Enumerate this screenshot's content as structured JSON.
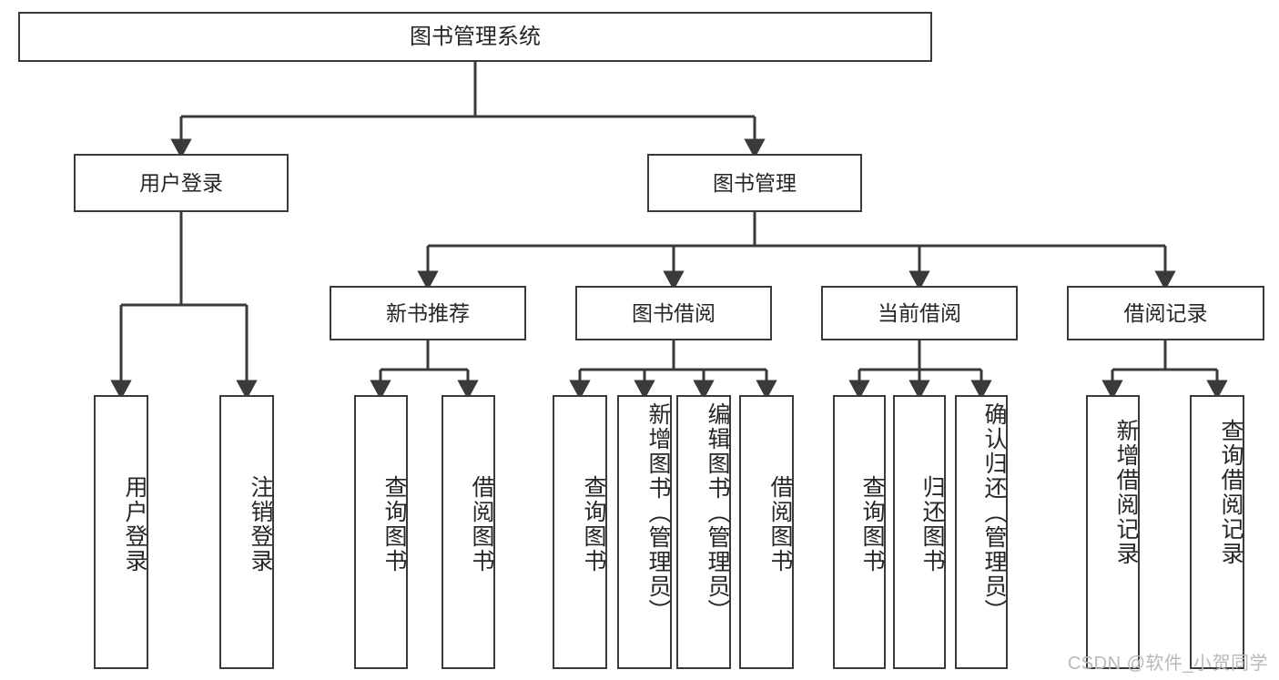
{
  "diagram": {
    "type": "tree-hierarchy",
    "title": "图书管理系统",
    "colors": {
      "stroke": "#3a3a3a",
      "fill": "#ffffff",
      "text": "#262626",
      "watermark": "#b9b9b9"
    },
    "root": {
      "label": "图书管理系统"
    },
    "level2": [
      {
        "label": "用户登录"
      },
      {
        "label": "图书管理"
      }
    ],
    "level3": [
      {
        "label": "新书推荐"
      },
      {
        "label": "图书借阅"
      },
      {
        "label": "当前借阅"
      },
      {
        "label": "借阅记录"
      }
    ],
    "leaves": {
      "user_login": [
        {
          "label": "用户登录"
        },
        {
          "label": "注销登录"
        }
      ],
      "new_book_recommend": [
        {
          "label": "查询图书"
        },
        {
          "label": "借阅图书"
        }
      ],
      "book_borrow": [
        {
          "label": "查询图书"
        },
        {
          "label": "新增图书（管理员）"
        },
        {
          "label": "编辑图书（管理员）"
        },
        {
          "label": "借阅图书"
        }
      ],
      "current_borrow": [
        {
          "label": "查询图书"
        },
        {
          "label": "归还图书"
        },
        {
          "label": "确认归还（管理员）"
        }
      ],
      "borrow_record": [
        {
          "label": "新增借阅记录"
        },
        {
          "label": "查询借阅记录"
        }
      ]
    }
  },
  "watermark": {
    "text": "CSDN @软件_小贺同学"
  }
}
